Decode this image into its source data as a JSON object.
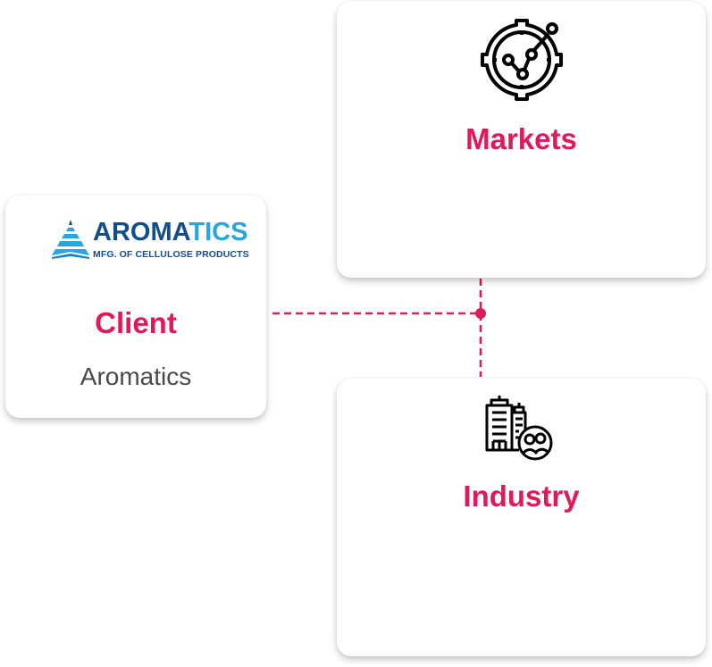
{
  "colors": {
    "accent": "#e0195a",
    "subtitle": "#4a4a4a",
    "logo_dark": "#124e8c",
    "logo_light": "#29a6df",
    "icon_stroke": "#000000"
  },
  "client": {
    "logo": {
      "word_part1": "AROMA",
      "word_part2": "TICS",
      "tagline": "MFG. OF CELLULOSE PRODUCTS"
    },
    "title": "Client",
    "subtitle": "Aromatics"
  },
  "markets": {
    "icon": "target-chart-icon",
    "title": "Markets"
  },
  "industry": {
    "icon": "buildings-people-icon",
    "title": "Industry"
  }
}
